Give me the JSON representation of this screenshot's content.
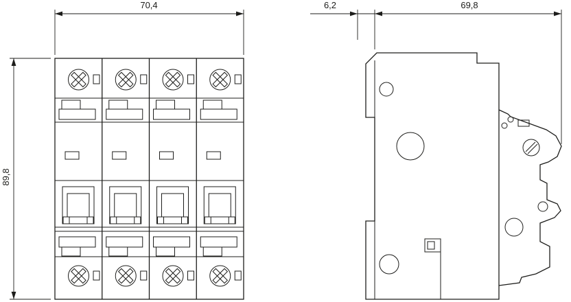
{
  "drawing": {
    "title": "circuit-breaker-dimension-drawing",
    "front_view": {
      "width_mm": "70,4",
      "height_mm": "89,8"
    },
    "side_view": {
      "gap_mm": "6,2",
      "depth_mm": "69,8"
    }
  },
  "style": {
    "line_color": "#1d1d1b",
    "background": "#ffffff"
  }
}
